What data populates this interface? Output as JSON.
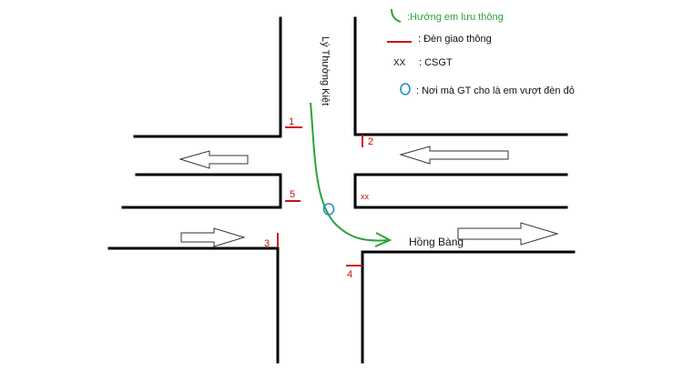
{
  "streets": {
    "vertical": "Lý Thường Kiệt",
    "horizontal": "Hồng Bàng"
  },
  "traffic_lights": [
    {
      "label": "1"
    },
    {
      "label": "2"
    },
    {
      "label": "3"
    },
    {
      "label": "4"
    },
    {
      "label": "5"
    }
  ],
  "police_marker": "xx",
  "legend": {
    "path_label": ":Hướng em lưu thông",
    "light_label": ": Đèn giao thông",
    "police_symbol": "XX",
    "police_label": ": CSGT",
    "spot_label": ": Nơi mà GT cho là em vượt đèn đỏ"
  },
  "colors": {
    "road": "#000000",
    "traffic_light": "#d01010",
    "path": "#2aa33a",
    "spot": "#1e90c8"
  }
}
